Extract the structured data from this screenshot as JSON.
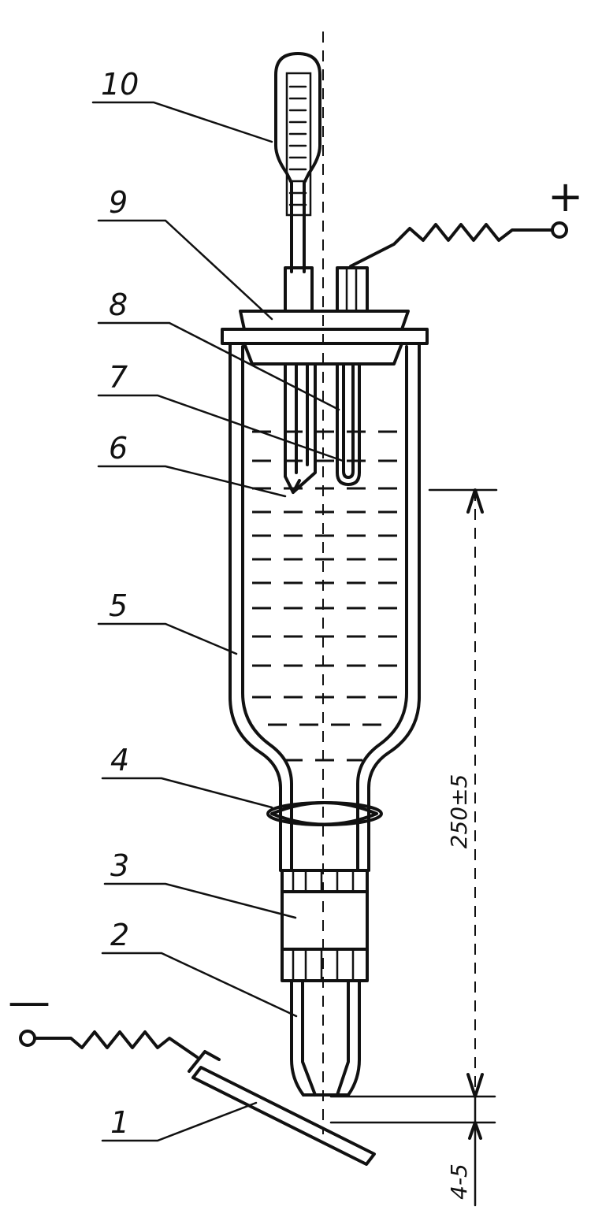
{
  "labels": [
    {
      "id": "1",
      "text": "1"
    },
    {
      "id": "2",
      "text": "2"
    },
    {
      "id": "3",
      "text": "3"
    },
    {
      "id": "4",
      "text": "4"
    },
    {
      "id": "5",
      "text": "5"
    },
    {
      "id": "6",
      "text": "6"
    },
    {
      "id": "7",
      "text": "7"
    },
    {
      "id": "8",
      "text": "8"
    },
    {
      "id": "9",
      "text": "9"
    },
    {
      "id": "10",
      "text": "10"
    }
  ],
  "terminals": {
    "positive": "+",
    "negative": "—"
  },
  "dimensions": {
    "height": "250±5",
    "gap": "4-5"
  }
}
